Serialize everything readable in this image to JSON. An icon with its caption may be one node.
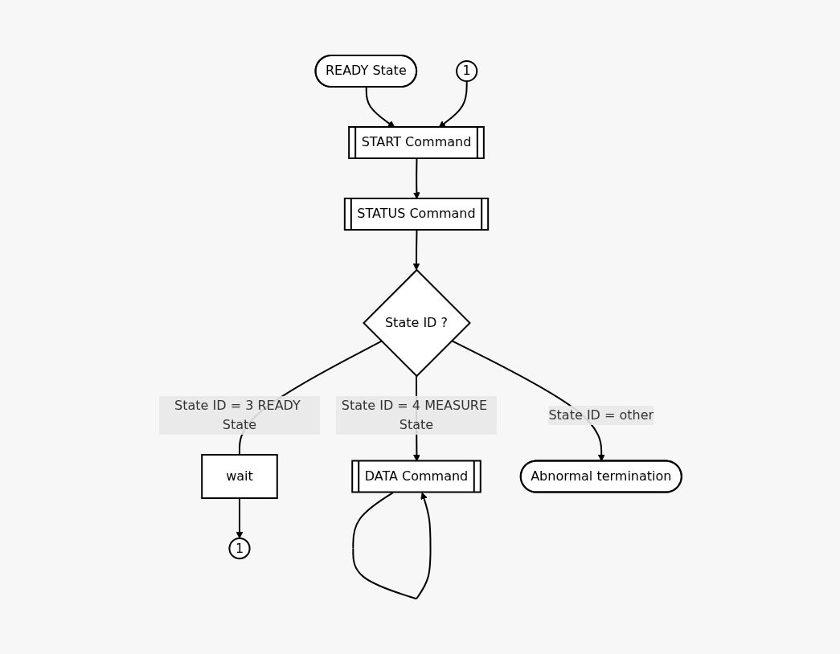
{
  "diagram": {
    "nodes": [
      {
        "text": [
          "READY State"
        ]
      },
      {
        "text": [
          "1"
        ]
      },
      {
        "text": [
          "START Command"
        ]
      },
      {
        "text": [
          "STATUS Command"
        ]
      },
      {
        "text": [
          "State ID ?"
        ]
      },
      {
        "text": [
          "DATA Command"
        ]
      },
      {
        "text": [
          "wait"
        ]
      },
      {
        "text": [
          "1"
        ]
      },
      {
        "text": [
          "Abnormal termination"
        ]
      }
    ],
    "edges": [
      {
        "from": 0,
        "to": 2,
        "arrow": "to"
      },
      {
        "from": 1,
        "to": 2,
        "arrow": "to"
      },
      {
        "from": 2,
        "to": 3,
        "arrow": "to"
      },
      {
        "from": 3,
        "to": 4,
        "arrow": "to"
      },
      {
        "from": 4,
        "to": 5,
        "arrow": "to",
        "label": "State ID = 4 MEASURE State"
      },
      {
        "from": 5,
        "to": 5,
        "arrow": "to"
      },
      {
        "from": 4,
        "to": 6,
        "arrow": "none",
        "label": "State ID = 3 READY State"
      },
      {
        "from": 6,
        "to": 7,
        "arrow": "to"
      },
      {
        "from": 4,
        "to": 8,
        "arrow": "to",
        "label": "State ID = other"
      }
    ]
  }
}
